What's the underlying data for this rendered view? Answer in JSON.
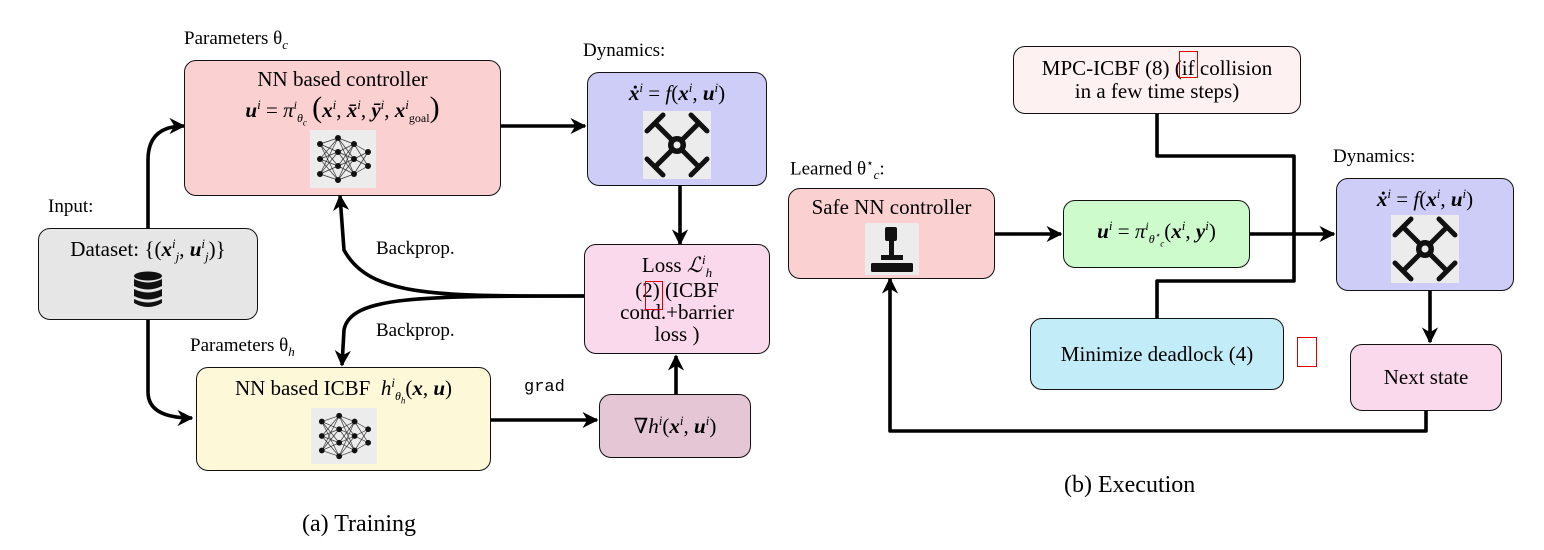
{
  "training": {
    "caption": "(a) Training",
    "input_label": "Input:",
    "params_c_label": "Parameters θ",
    "params_c_sub": "c",
    "params_h_label": "Parameters θ",
    "params_h_sub": "h",
    "dynamics_label": "Dynamics:",
    "backprop_top": "Backprop.",
    "backprop_bottom": "Backprop.",
    "grad_label": "grad",
    "dataset_text": "Dataset:",
    "controller_title": "NN based controller",
    "icbf_title": "NN based ICBF",
    "loss_title": "Loss",
    "loss_line2": "(2) (ICBF",
    "loss_line3": "cond.+barrier",
    "loss_line4": "loss )"
  },
  "execution": {
    "caption": "(b) Execution",
    "learned_label": "Learned θ",
    "dynamics_label": "Dynamics:",
    "safe_controller": "Safe NN controller",
    "mpc_line1": "MPC-ICBF (8) (if collision",
    "mpc_line2": "in a few time steps)",
    "deadlock": "Minimize deadlock (4)",
    "next_state": "Next state"
  },
  "colors": {
    "controller_fill": "#fbd0d1",
    "dynamics_fill": "#cdcdf8",
    "dataset_fill": "#e6e6e6",
    "icbf_fill": "#fdf8d8",
    "loss_fill": "#fbd9ec",
    "grad_fill": "#e5c6d4",
    "policy_fill": "#cdfbcc",
    "mpc_fill": "#fdf1f1",
    "deadlock_fill": "#c3ecf9",
    "next_state_fill": "#fbd9ec",
    "highlight": "#e00000"
  },
  "icons": [
    "neural-network-icon",
    "drone-icon",
    "database-icon",
    "joystick-icon"
  ]
}
